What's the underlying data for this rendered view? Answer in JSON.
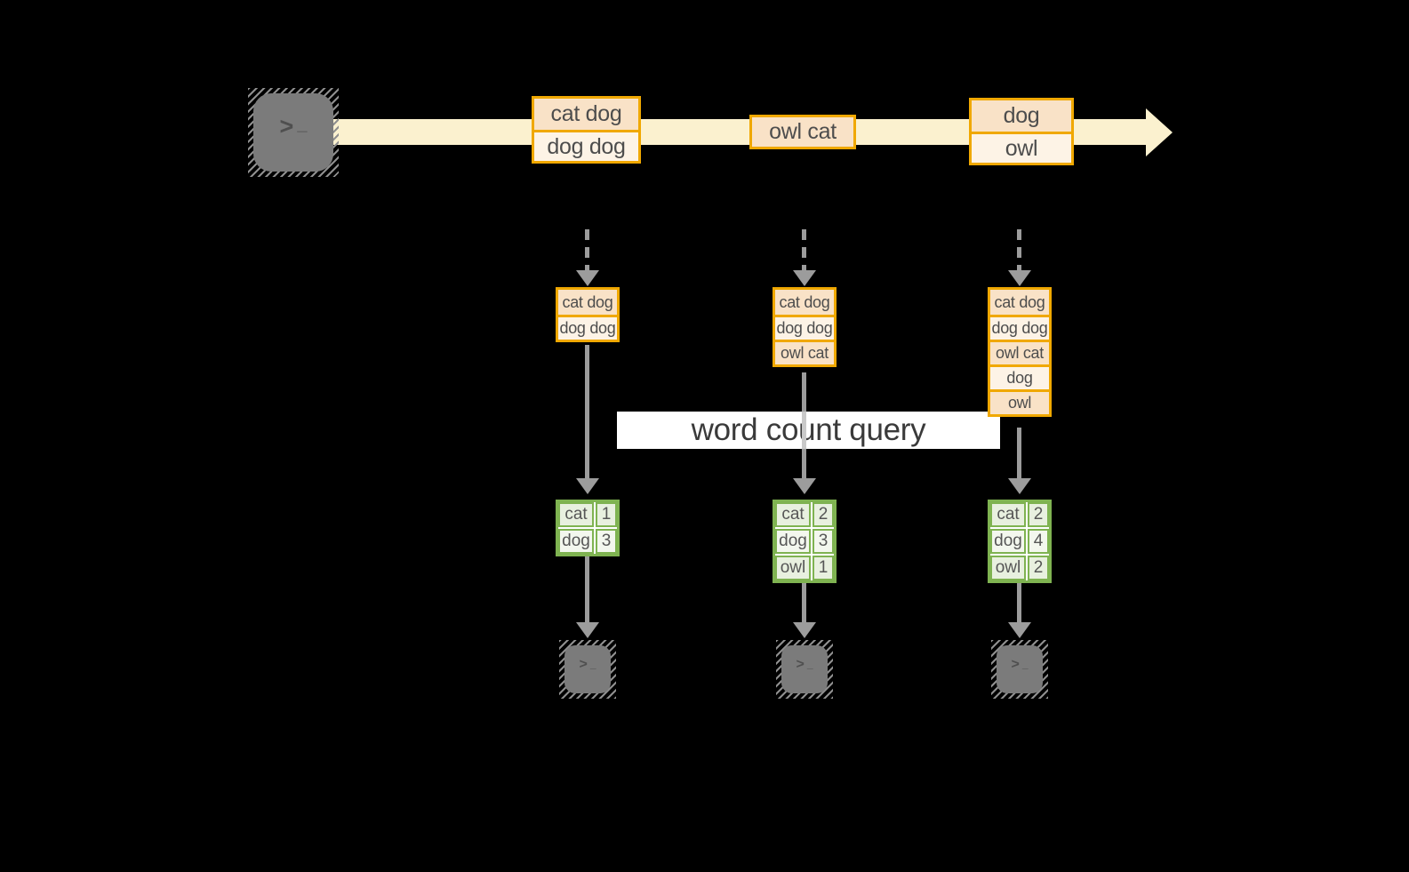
{
  "query": {
    "label": "word count query"
  },
  "terminal": {
    "prompt": ">",
    "cursor": "_"
  },
  "stream": {
    "events": [
      {
        "lines": [
          "cat dog",
          "dog dog"
        ]
      },
      {
        "lines": [
          "owl cat"
        ]
      },
      {
        "lines": [
          "dog",
          "owl"
        ]
      }
    ]
  },
  "columns": [
    {
      "buffer": [
        "cat dog",
        "dog dog"
      ],
      "counts": [
        {
          "word": "cat",
          "count": "1"
        },
        {
          "word": "dog",
          "count": "3"
        }
      ]
    },
    {
      "buffer": [
        "cat dog",
        "dog dog",
        "owl cat"
      ],
      "counts": [
        {
          "word": "cat",
          "count": "2"
        },
        {
          "word": "dog",
          "count": "3"
        },
        {
          "word": "owl",
          "count": "1"
        }
      ]
    },
    {
      "buffer": [
        "cat dog",
        "dog dog",
        "owl cat",
        "dog",
        "owl"
      ],
      "counts": [
        {
          "word": "cat",
          "count": "2"
        },
        {
          "word": "dog",
          "count": "4"
        },
        {
          "word": "owl",
          "count": "2"
        }
      ]
    }
  ],
  "colors": {
    "background": "#000000",
    "accent_gold": "#f0a800",
    "fill_peach": "#f9e2c7",
    "fill_cream": "#fdf3e6",
    "stream_band": "#fbf1cf",
    "accent_green": "#7fb351",
    "green_fill_dark": "#e8f0df",
    "green_fill_light": "#f3f7ee",
    "arrow_gray": "#9c9c9c",
    "terminal_gray": "#7b7b7b",
    "banner_white": "#ffffff"
  }
}
